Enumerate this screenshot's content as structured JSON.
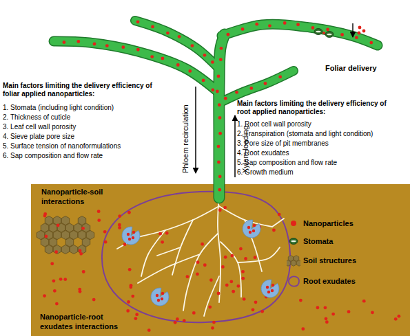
{
  "diagram": {
    "nodes": [
      {
        "text": [
          "Nanoparticle-soil interactions",
          "Nanoparticle-root exudates interactions"
        ]
      }
    ],
    "labels": [
      "Foliar delivery",
      "Main factors limiting the delivery efficiency of foliar applied nanoparticles:",
      "1. Stomata (including light condition)",
      "2. Thickness of cuticle",
      "3. Leaf cell wall porosity",
      "4. Sieve plate pore size",
      "5. Surface tension of nanoformulations",
      "6. Sap composition and flow rate",
      "Phloem recirculation",
      "Xylem loading",
      "Main factors limiting the delivery efficiency of root applied nanoparticles:",
      "1. Root cell wall porosity",
      "2. Transpiration (stomata and light condition)",
      "3. Pore size of pit membranes",
      "4. Root exudates",
      "5. Sap composition and flow rate",
      "6. Growth medium"
    ],
    "legend": [
      {
        "text": "Nanoparticles"
      },
      {
        "text": "Stomata"
      },
      {
        "text": "Soil structures"
      },
      {
        "text": "Root exudates"
      }
    ]
  }
}
